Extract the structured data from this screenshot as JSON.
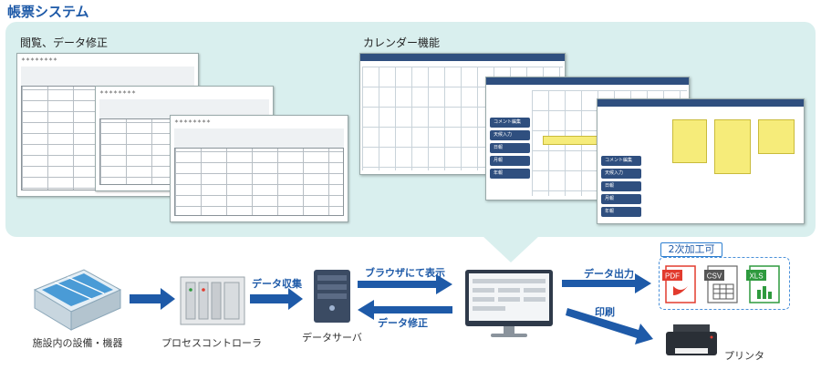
{
  "header": {
    "title": "帳票システム"
  },
  "panel": {
    "view_edit_label": "閲覧、データ修正",
    "calendar_label": "カレンダー機能"
  },
  "flow": {
    "equipment_caption": "施設内の設備・機器",
    "controller_caption": "プロセスコントローラ",
    "server_caption": "データサーバ",
    "printer_caption": "プリンタ",
    "arrow_collect": "データ収集",
    "arrow_browser": "ブラウザにて表示",
    "arrow_edit": "データ修正",
    "arrow_output": "データ出力",
    "arrow_print": "印刷",
    "secondary_badge": "2次加工可"
  },
  "files": [
    {
      "label": "PDF",
      "color": "#e23b2e"
    },
    {
      "label": "CSV",
      "color": "#555555"
    },
    {
      "label": "XLS",
      "color": "#2e9a3e"
    }
  ],
  "calendar_menu": [
    "コメント編集",
    "天候入力",
    "日報",
    "月報",
    "年報"
  ],
  "colors": {
    "accent": "#1e5aa8",
    "panel": "#d9efee",
    "arrow": "#1e5aa8"
  }
}
